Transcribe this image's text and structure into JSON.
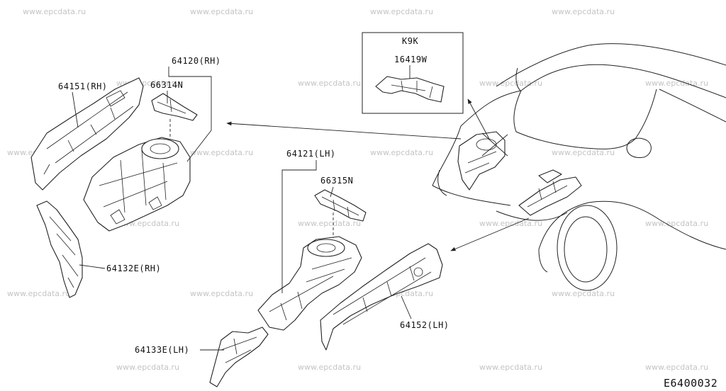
{
  "watermark": "www.epcdata.ru",
  "diagram_code": "E6400032",
  "inset": {
    "title": "K9K",
    "part": "16419W"
  },
  "labels": {
    "p64120": "64120(RH)",
    "p64151": "64151(RH)",
    "p66314": "66314N",
    "p64132E": "64132E(RH)",
    "p64121": "64121(LH)",
    "p66315": "66315N",
    "p64152": "64152(LH)",
    "p64133E": "64133E(LH)"
  }
}
